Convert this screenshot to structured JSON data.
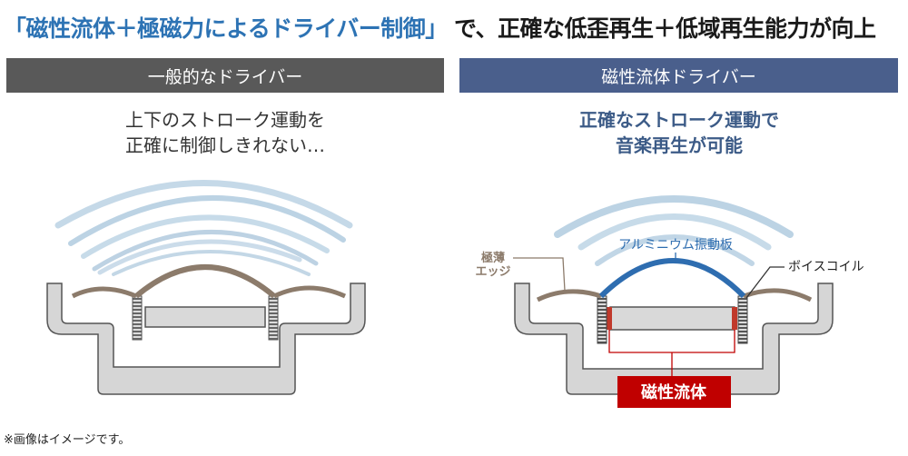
{
  "title": {
    "part1": "「磁性流体＋極磁力によるドライバー制御」",
    "part2": "で、正確な低歪再生＋低域再生能力が向上",
    "color_accent": "#2d73b4"
  },
  "left_panel": {
    "header": "一般的なドライバー",
    "desc_line1": "上下のストローク運動を",
    "desc_line2": "正確に制御しきれない…",
    "header_color": "#595959"
  },
  "right_panel": {
    "header": "磁性流体ドライバー",
    "desc_line1": "正確なストローク運動で",
    "desc_line2": "音楽再生が可能",
    "header_color": "#4a5f8c",
    "labels": {
      "edge_line1": "極薄",
      "edge_line2": "エッジ",
      "diaphragm": "アルミニウム振動板",
      "voice_coil": "ボイスコイル",
      "fluid": "磁性流体"
    },
    "fluid_color": "#c00000"
  },
  "footnote": "※画像はイメージです。"
}
